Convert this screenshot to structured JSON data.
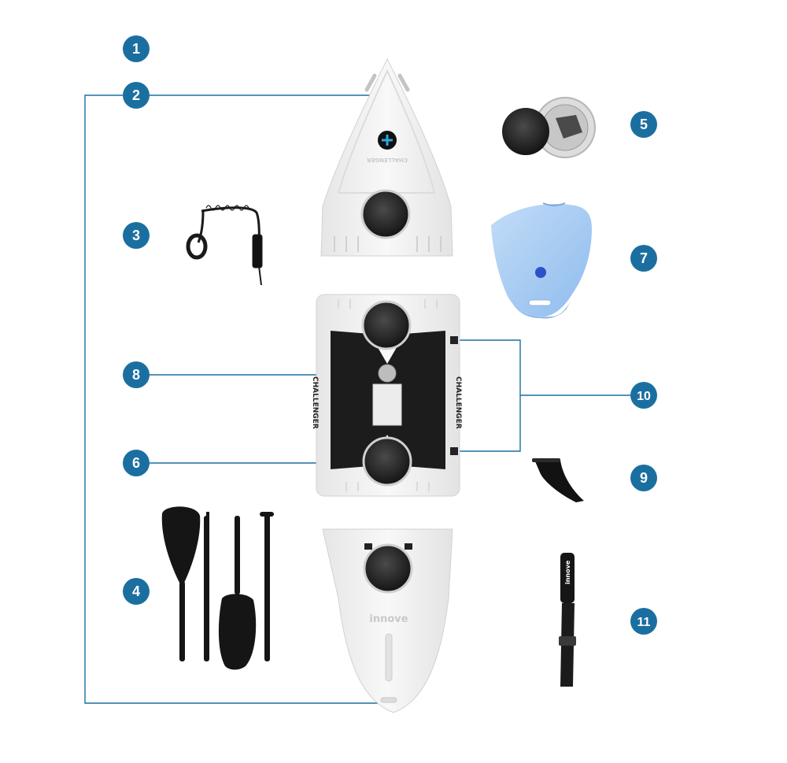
{
  "callouts": [
    {
      "id": "1",
      "label": "1"
    },
    {
      "id": "2",
      "label": "2"
    },
    {
      "id": "3",
      "label": "3"
    },
    {
      "id": "4",
      "label": "4"
    },
    {
      "id": "5",
      "label": "5"
    },
    {
      "id": "6",
      "label": "6"
    },
    {
      "id": "7",
      "label": "7"
    },
    {
      "id": "8",
      "label": "8"
    },
    {
      "id": "9",
      "label": "9"
    },
    {
      "id": "10",
      "label": "10"
    },
    {
      "id": "11",
      "label": "11"
    }
  ],
  "product_text": {
    "challenger_left": "CHALLENGER",
    "challenger_right": "CHALLENGER",
    "challenger_bow": "CHALLENGER",
    "brand_stern": "innove",
    "brand_strap": "innove"
  },
  "colors": {
    "callout": "#1b6fa0",
    "leader_line": "#1b6fa0",
    "board": "#f2f2f2",
    "traction_pad": "#1c1c1c",
    "seat": "#a9cdf3"
  }
}
